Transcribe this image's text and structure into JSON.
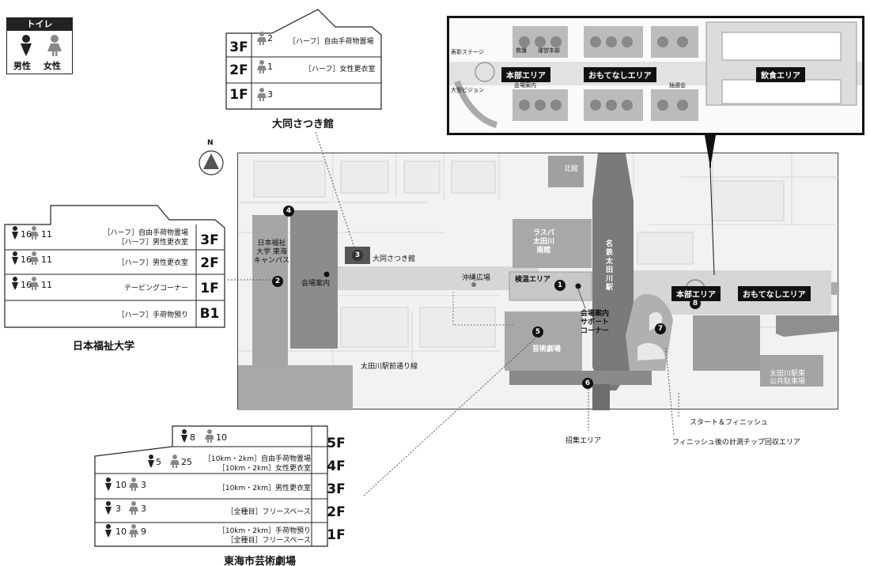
{
  "legend": {
    "title": "トイレ",
    "male": "男性",
    "female": "女性"
  },
  "north": "N",
  "daido": {
    "name": "大同さつき館",
    "floors": [
      {
        "floor": "3F",
        "female": "2",
        "text": "［ハーフ］自由手荷物置場"
      },
      {
        "floor": "2F",
        "female": "1",
        "text": "［ハーフ］女性更衣室"
      },
      {
        "floor": "1F",
        "female": "3",
        "text": ""
      }
    ]
  },
  "nihon": {
    "name": "日本福祉大学",
    "floors": [
      {
        "floor": "3F",
        "male": "16",
        "female": "11",
        "text1": "［ハーフ］自由手荷物置場",
        "text2": "［ハーフ］男性更衣室"
      },
      {
        "floor": "2F",
        "male": "16",
        "female": "11",
        "text1": "［ハーフ］男性更衣室",
        "text2": ""
      },
      {
        "floor": "1F",
        "male": "16",
        "female": "11",
        "text1": "テーピングコーナー",
        "text2": ""
      },
      {
        "floor": "B1",
        "male": "",
        "female": "",
        "text1": "［ハーフ］手荷物預り",
        "text2": ""
      }
    ]
  },
  "tokai": {
    "name": "東海市芸術劇場",
    "floors": [
      {
        "floor": "5F",
        "male": "8",
        "female": "10",
        "text1": "",
        "text2": ""
      },
      {
        "floor": "4F",
        "male": "5",
        "female": "25",
        "text1": "［10km・2km］自由手荷物置場",
        "text2": "［10km・2km］女性更衣室"
      },
      {
        "floor": "3F",
        "male": "10",
        "female": "3",
        "text1": "［10km・2km］男性更衣室",
        "text2": ""
      },
      {
        "floor": "2F",
        "male": "3",
        "female": "3",
        "text1": "［全種目］フリースペース",
        "text2": ""
      },
      {
        "floor": "1F",
        "male": "10",
        "female": "9",
        "text1": "［10km・2km］手荷物預り",
        "text2": "［全種目］フリースペース"
      }
    ]
  },
  "inset": {
    "honbu": "本部エリア",
    "omotenashi": "おもてなしエリア",
    "inshoku": "飲食エリア",
    "hyosho": "表彰ステージ",
    "kyugo": "救護",
    "unei": "運営本部",
    "kaijo": "会場案内",
    "oogata": "大型ビジョン",
    "chusen": "抽選会"
  },
  "map": {
    "kitakan": "北館",
    "lasupa": "ラスパ\n太田川\n南館",
    "station": "名鉄太田川駅",
    "kendo": "検温エリア",
    "kaijo_annai": "会場案内",
    "support": "会場案内\nサポート\nコーナー",
    "geijutsu": "芸術劇場",
    "okinawa": "沖縄広場",
    "daido_label": "大同さつき館",
    "nihon_label": "日本福祉\n大学 東海\nキャンパス",
    "honbu": "本部エリア",
    "omotenashi": "おもてなしエリア",
    "street": "太田川駅前通り線",
    "parking": "太田川駅東\n公共駐車場",
    "start": "スタート＆フィニッシュ",
    "shuhen": "招集エリア",
    "chip": "フィニッシュ後の計測チップ回収エリア",
    "markers": [
      "1",
      "2",
      "3",
      "4",
      "5",
      "6",
      "7",
      "8"
    ]
  }
}
